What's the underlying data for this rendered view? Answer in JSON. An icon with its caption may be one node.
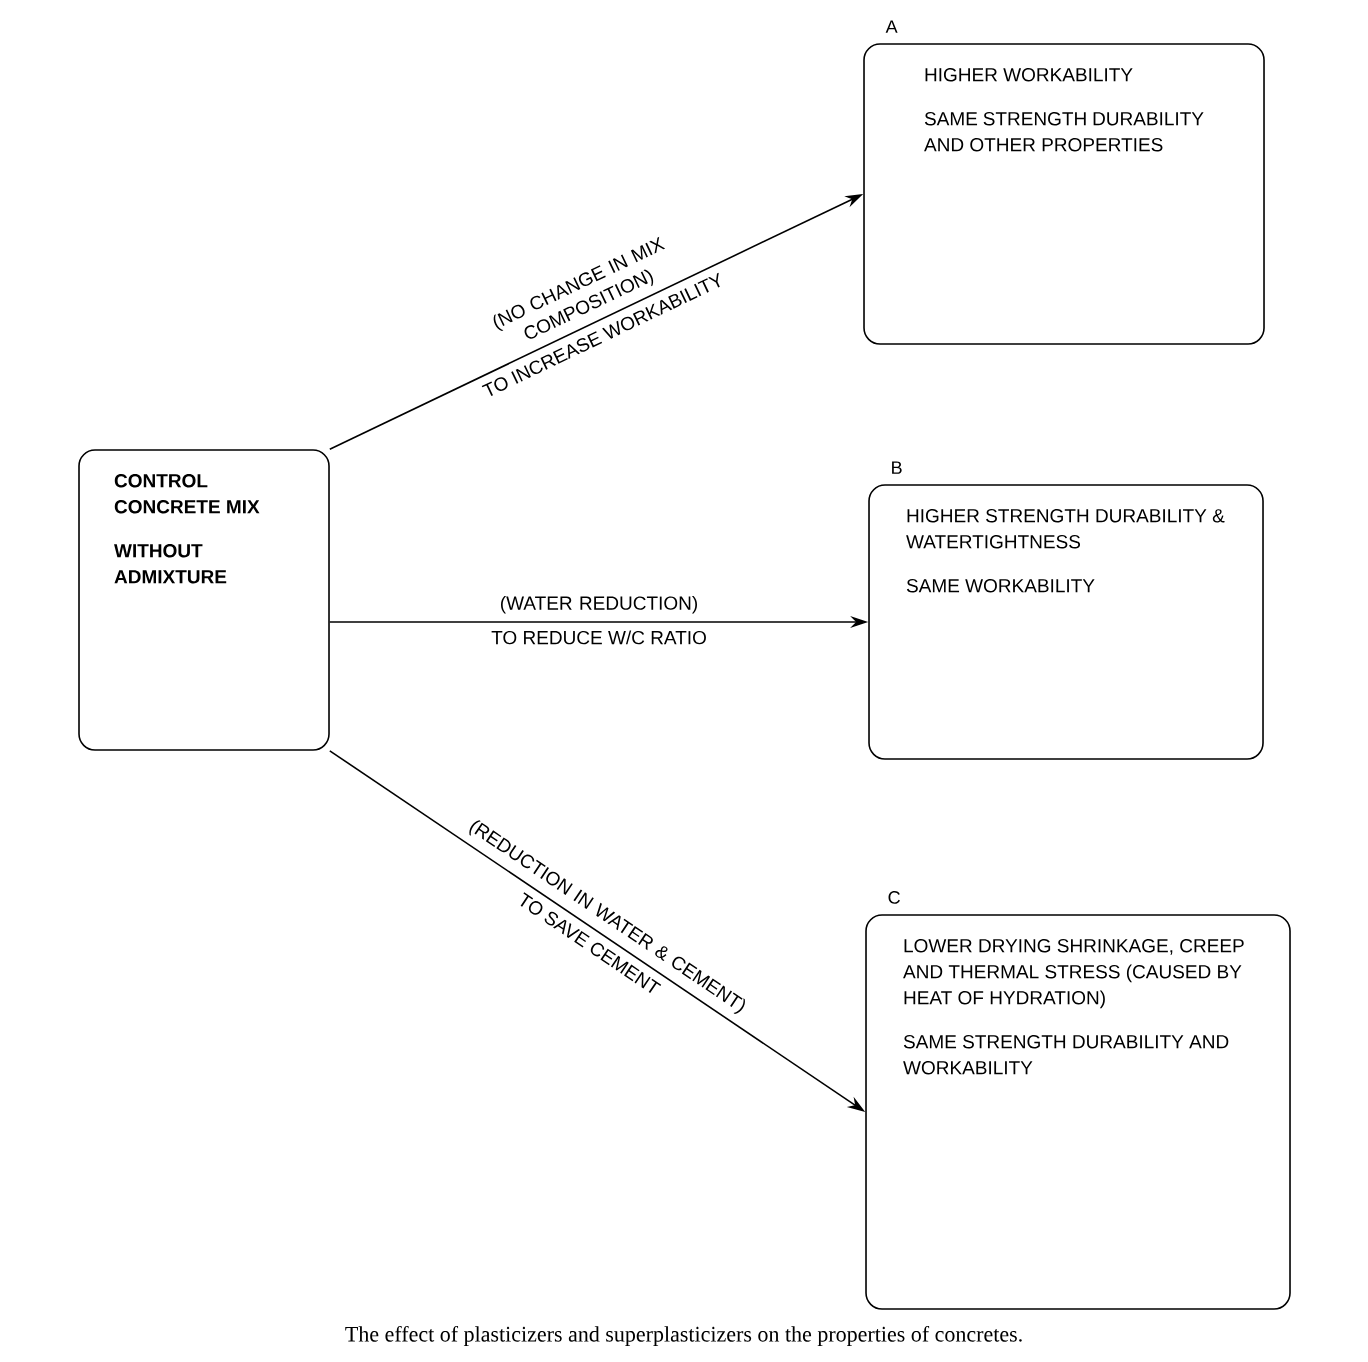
{
  "diagram": {
    "caption": "The effect of plasticizers and superplasticizers on the properties of concretes.",
    "nodes": [
      {
        "text": [
          "CONTROL CONCRETE MIX",
          "WITHOUT ADMIXTURE"
        ]
      },
      {
        "text": [
          "HIGHER WORKABILITY",
          "SAME STRENGTH DURABILITY AND OTHER PROPERTIES"
        ],
        "beside": [
          "A"
        ]
      },
      {
        "text": [
          "HIGHER STRENGTH DURABILITY & WATERTIGHTNESS",
          "SAME WORKABILITY"
        ],
        "beside": [
          "B"
        ]
      },
      {
        "text": [
          "LOWER DRYING SHRINKAGE, CREEP AND THERMAL STRESS (CAUSED BY HEAT OF HYDRATION)",
          "SAME STRENGTH DURABILITY AND WORKABILITY"
        ],
        "beside": [
          "C"
        ]
      }
    ],
    "edges": [
      {
        "from": 0,
        "to": 1,
        "arrow": "to",
        "label": "(NO CHANGE IN MIX COMPOSITION)"
      },
      {
        "from": 0,
        "to": 2,
        "arrow": "to",
        "label": "(WATER REDUCTION)"
      },
      {
        "from": 0,
        "to": 3,
        "arrow": "to",
        "label": "(REDUCTION IN WATER & CEMENT)"
      }
    ],
    "labels": [
      "TO INCREASE WORKABILITY",
      "TO REDUCE W/C RATIO",
      "TO SAVE CEMENT"
    ]
  }
}
